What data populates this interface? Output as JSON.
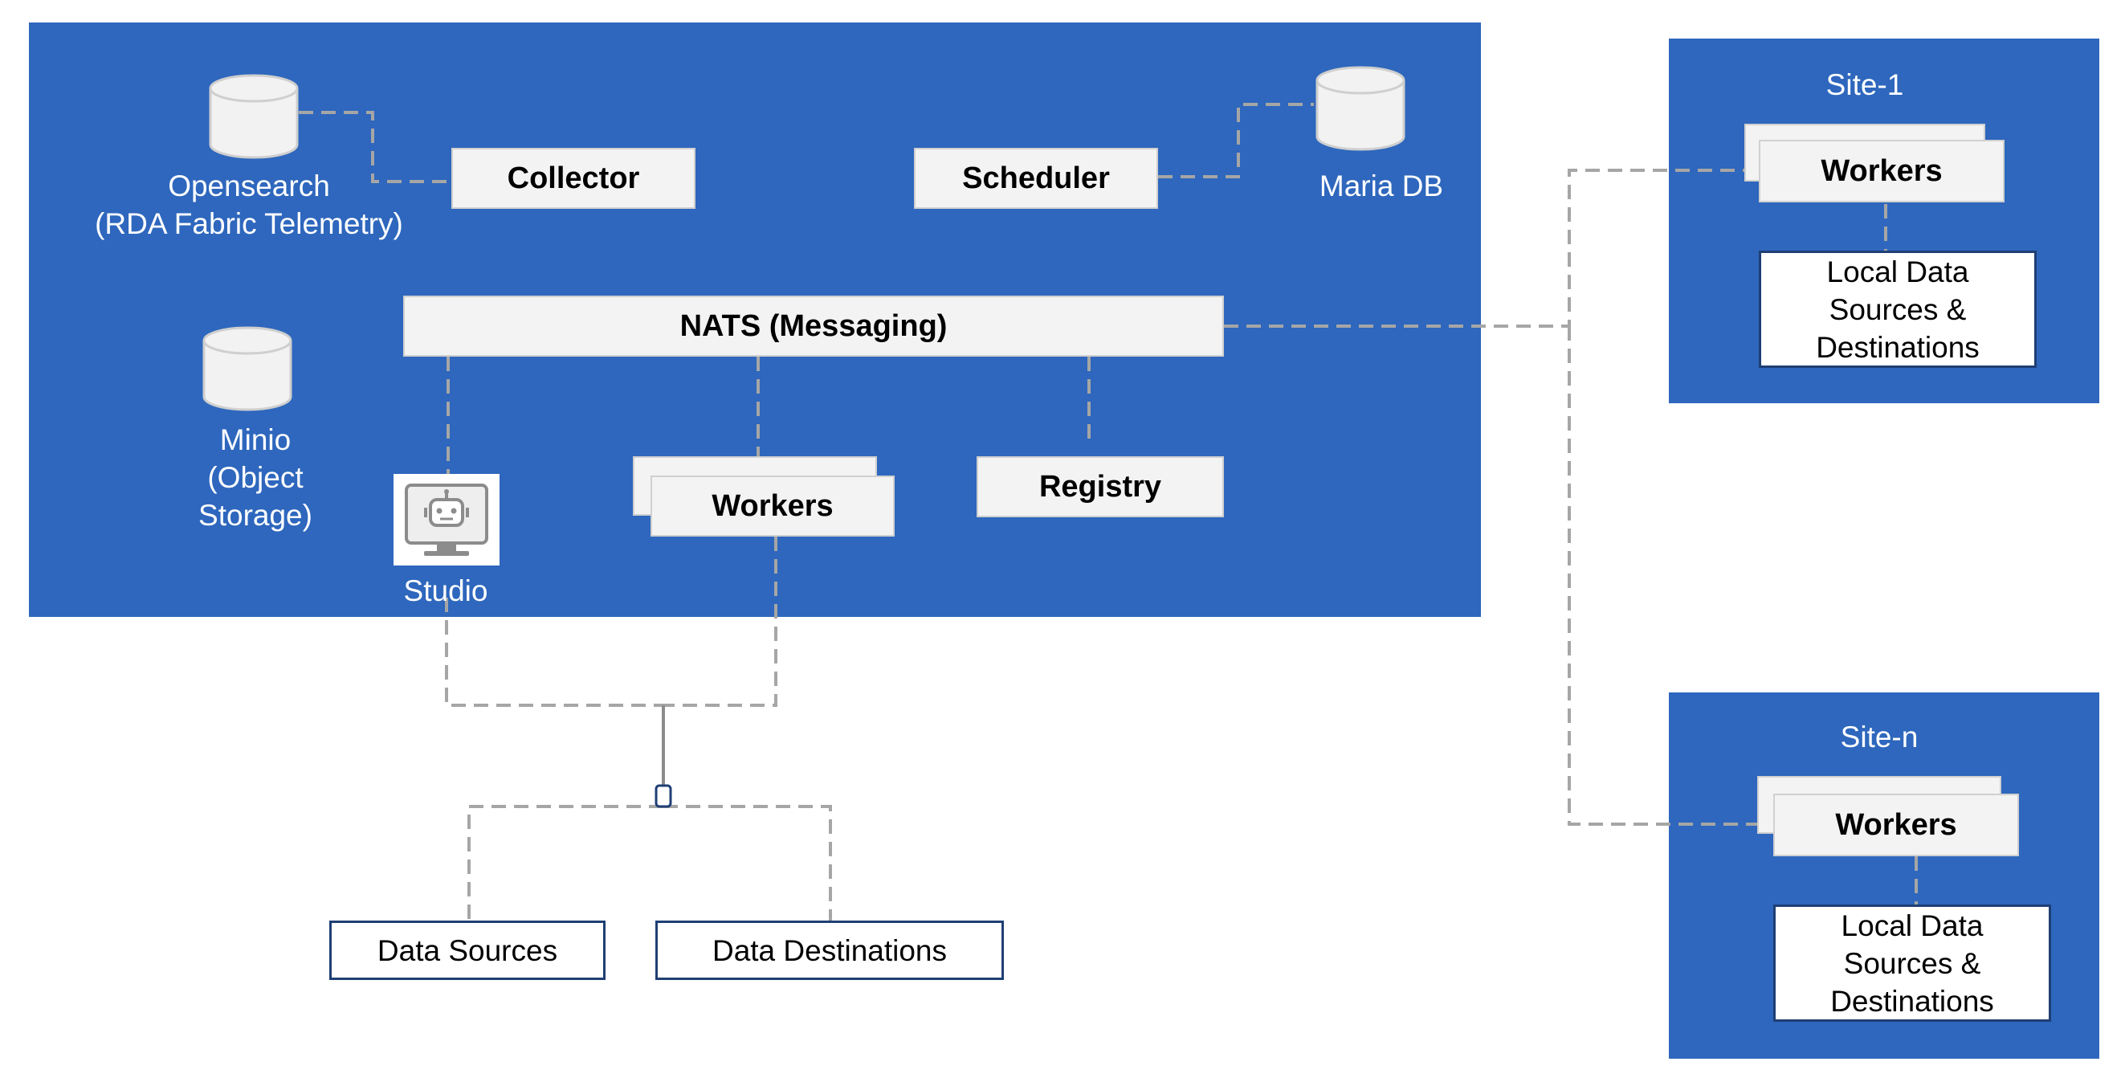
{
  "platform": {
    "opensearch_label_line1": "Opensearch",
    "opensearch_label_line2": "(RDA Fabric Telemetry)",
    "collector_label": "Collector",
    "scheduler_label": "Scheduler",
    "mariadb_label": "Maria DB",
    "nats_label": "NATS (Messaging)",
    "minio_label_line1": "Minio",
    "minio_label_line2": "(Object",
    "minio_label_line3": "Storage)",
    "studio_label": "Studio",
    "workers_label": "Workers",
    "registry_label": "Registry"
  },
  "external": {
    "data_sources_label": "Data Sources",
    "data_destinations_label": "Data Destinations"
  },
  "sites": [
    {
      "title": "Site-1",
      "workers_label": "Workers",
      "local_line1": "Local Data",
      "local_line2": "Sources &",
      "local_line3": "Destinations"
    },
    {
      "title": "Site-n",
      "workers_label": "Workers",
      "local_line1": "Local Data",
      "local_line2": "Sources &",
      "local_line3": "Destinations"
    }
  ],
  "icons": {
    "database": "database-icon",
    "studio": "studio-monitor-icon",
    "connector": "connector-icon"
  },
  "colors": {
    "panel_blue": "#2e67bd",
    "box_grey": "#f3f3f3",
    "connector_dash": "#a6a6a6",
    "outline_navy": "#1f3f74"
  }
}
